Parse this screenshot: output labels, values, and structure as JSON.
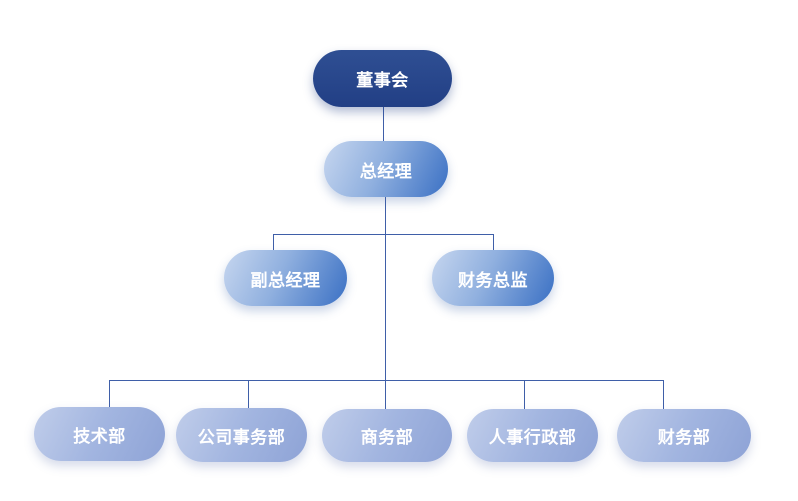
{
  "org": {
    "board": "董事会",
    "ceo": "总经理",
    "management": [
      {
        "label": "副总经理"
      },
      {
        "label": "财务总监"
      }
    ],
    "departments": [
      {
        "label": "技术部"
      },
      {
        "label": "公司事务部"
      },
      {
        "label": "商务部"
      },
      {
        "label": "人事行政部"
      },
      {
        "label": "财务部"
      }
    ]
  },
  "colors": {
    "connector": "#3f5fa8",
    "board_fill": "#2a4a90",
    "level_fill": "#3a70c4",
    "department_fill": "#9fb2df"
  }
}
